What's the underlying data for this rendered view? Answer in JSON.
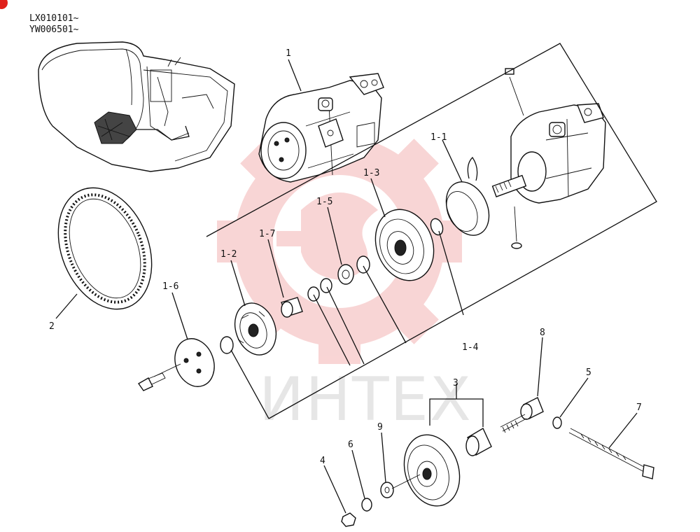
{
  "serials": [
    "LX010101~",
    "YW006501~"
  ],
  "watermark": "ИНТЕХ",
  "colors": {
    "watermark_logo": "#f4b3b3",
    "watermark_text": "#e6e6e6",
    "corner_badge": "#e0201b",
    "line": "#111111"
  },
  "callouts": {
    "c1": "1",
    "c1_1": "1-1",
    "c1_2": "1-2",
    "c1_3": "1-3",
    "c1_4": "1-4",
    "c1_5": "1-5",
    "c1_6": "1-6",
    "c1_7": "1-7",
    "c2": "2",
    "c3": "3",
    "c4": "4",
    "c5": "5",
    "c6": "6",
    "c7": "7",
    "c8": "8",
    "c9": "9"
  }
}
